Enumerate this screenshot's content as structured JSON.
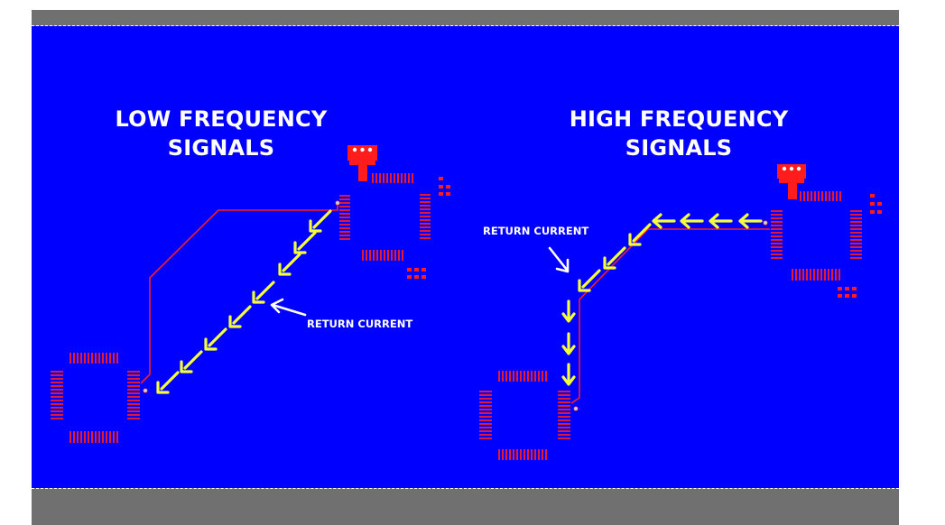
{
  "colors": {
    "board": "#0000ff",
    "frame": "#717070",
    "copper": "#ff1c1c",
    "arrow": "#f4ff3a",
    "label": "#ffffff"
  },
  "left_panel": {
    "heading_line1": "LOW FREQUENCY",
    "heading_line2": "SIGNALS",
    "callout": "RETURN CURRENT",
    "arrow_direction": "diagonal-down-left",
    "arrow_count": 8
  },
  "right_panel": {
    "heading_line1": "HIGH FREQUENCY",
    "heading_line2": "SIGNALS",
    "callout": "RETURN CURRENT",
    "arrow_direction": "follows-trace",
    "arrow_count": 10
  },
  "icons": [
    "connector-icon",
    "ic-chip-icon",
    "via-icon",
    "return-current-arrow-icon",
    "callout-pointer-icon"
  ]
}
